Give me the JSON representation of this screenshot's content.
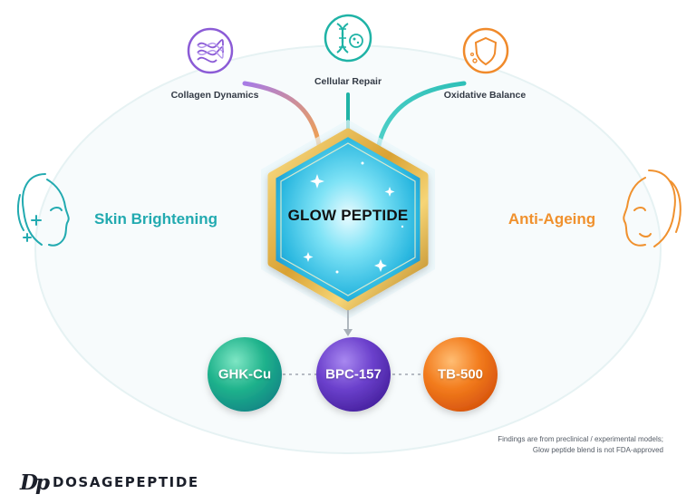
{
  "center": {
    "label": "GLOW PEPTIDE"
  },
  "top_nodes": [
    {
      "label": "Collagen Dynamics",
      "icon": "collagen-mesh-icon",
      "color": "#8b5bd6"
    },
    {
      "label": "Cellular Repair",
      "icon": "dna-cell-icon",
      "color": "#1fb3a6"
    },
    {
      "label": "Oxidative Balance",
      "icon": "shield-icon",
      "color": "#f08a2b"
    }
  ],
  "left_benefit": {
    "label": "Skin Brightening",
    "color": "#22aab0",
    "icon": "face-sparkle-icon"
  },
  "right_benefit": {
    "label": "Anti-Ageing",
    "color": "#f0912e",
    "icon": "face-profile-icon"
  },
  "components": [
    {
      "label": "GHK-Cu",
      "color": "#1fae8a"
    },
    {
      "label": "BPC-157",
      "color": "#6a3fc9"
    },
    {
      "label": "TB-500",
      "color": "#f07a1e"
    }
  ],
  "disclaimer": {
    "line1": "Findings are from preclinical / experimental models;",
    "line2": "Glow peptide blend is not FDA-approved"
  },
  "brand": {
    "mark": "Dp",
    "name": "DOSAGEPEPTIDE"
  },
  "colors": {
    "gold": "#e3b43f",
    "cyan": "#3fd0ec",
    "connector": "#a8b0b8"
  }
}
